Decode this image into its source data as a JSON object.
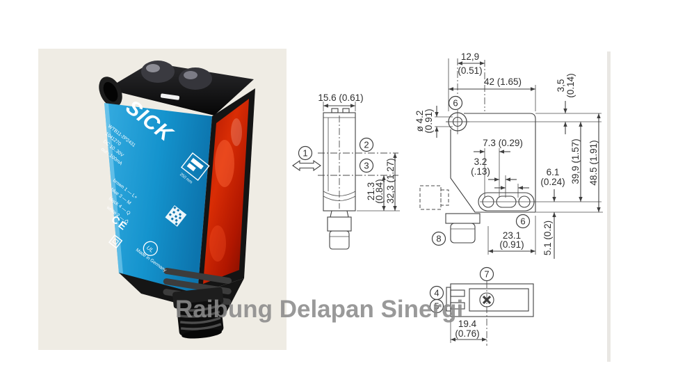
{
  "watermark": {
    "text": "Raibung Delapan Sinergi"
  },
  "product_photo": {
    "brand": "SICK",
    "label": {
      "model": "WTB11-2P2431",
      "part_no": "1041270",
      "supply": "DC 10..30V",
      "output": "out : 100mA",
      "wiring": [
        "brown 1 — L+",
        "blue 3 — M",
        "black 4 — Q",
        "white 2 — Q̄"
      ],
      "range_badge": "250 mm",
      "ce": "CE",
      "ul": "UL",
      "made_in": "Made in Germany"
    },
    "colors": {
      "body_blue": "#1493cd",
      "lens_red": "#c41a00",
      "background": "#efece4"
    }
  },
  "drawing": {
    "side_view": {
      "dim_width": "15.6 (0.61)",
      "dim_axis3_depth": "21.3",
      "dim_axis3_depth_in": "(0.84)",
      "dim_axis2_depth": "32,3 (1.27)",
      "callout_direction": "1",
      "callout_axis2": "2",
      "callout_axis3": "3"
    },
    "front_view": {
      "dim_hole_to_axis": "12,9",
      "dim_hole_to_axis_in": "(0.51)",
      "dim_width": "42 (1.65)",
      "dim_hole_dia": "ø 4.2",
      "dim_hole_dia_in": "(0.91)",
      "dim_top_to_hole": "3,5",
      "dim_top_to_hole_in": "(0.14)",
      "dim_optics_a": "7.3 (0.29)",
      "dim_optics_b": "3.2",
      "dim_optics_b_in": "(.13)",
      "dim_optics_c": "6.1",
      "dim_optics_c_in": "(0.24)",
      "dim_hole_to_optics": "39,9 (1.57)",
      "dim_height": "48.5 (1.91)",
      "dim_conn_offset": "23.1",
      "dim_conn_offset_in": "(0.91)",
      "dim_axis_to_bottom": "5.1 (0.2)",
      "callout_hole": "6",
      "callout_optics": "6",
      "callout_connector": "8"
    },
    "bottom_view": {
      "dim_pot_offset": "19.4",
      "dim_pot_offset_in": "(0.76)",
      "callout_pot": "7",
      "callout_tab_top": "4",
      "callout_tab_bottom": "5"
    }
  }
}
